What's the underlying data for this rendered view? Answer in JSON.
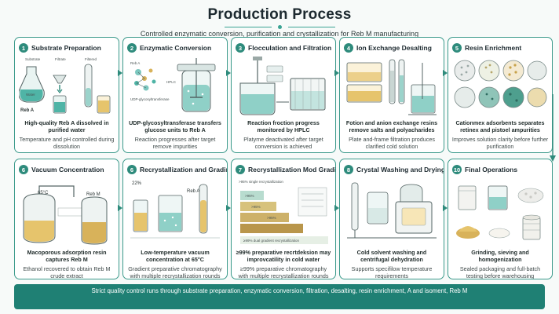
{
  "header": {
    "title": "Production Process",
    "subtitle": "Controlled enzymatic conversion, purification and crystallization for Reb M manufacturing"
  },
  "colors": {
    "accent": "#2e8b7c",
    "border": "#3b9a8b",
    "footer": "#1f8074",
    "liquid": "#7cc7bf",
    "gold": "#d8b25a"
  },
  "steps": [
    {
      "num": "1",
      "title": "Substrate Preparation",
      "desc1": "High-quality Reb A dissolved in purified water",
      "desc2": "Temperature and pH controlled during dissolution",
      "labels": {
        "a": "Substrate",
        "b": "Filtrate",
        "c": "Filtered",
        "water": "Water",
        "reba": "Reb A"
      }
    },
    {
      "num": "2",
      "title": "Enzymatic Conversion",
      "desc1": "UDP-glycosyltransferase transfers glucose units to Reb A",
      "desc2": "Reaction progresses after target remove impurities",
      "labels": {
        "reba": "Reb A",
        "hplc": "HPLC",
        "udp": "UDP-glycosyltransferase"
      }
    },
    {
      "num": "3",
      "title": "Flocculation and Filtration",
      "desc1": "Reaction froction progress monitored by HPLC",
      "desc2": "Platyme deactivated after target conversion is achieved"
    },
    {
      "num": "4",
      "title": "Ion Exchange Desalting",
      "desc1": "Fotion and anion exchange resins remove salts and polyacharides",
      "desc2": "Plate and-frame filtration produces clarified cold solution"
    },
    {
      "num": "5",
      "title": "Resin Enrichment",
      "desc1": "Cationmex adsorbents separates retinex and pistoel ampurities",
      "desc2": "Improves solution clarity before further purification"
    },
    {
      "num": "6",
      "title": "Vacuum Concentration",
      "desc1": "Macoporous adsorption resin captures Reb M",
      "desc2": "Ethanol recovered to obtain Reb M crude extract",
      "labels": {
        "temp": "65°C",
        "rebm": "Reb M"
      }
    },
    {
      "num": "6",
      "title": "Recrystallization and Grading",
      "desc1": "Low-temperature vacuum concentration at 65°C",
      "desc2": "Gradient preparative chromatography with multiple recrystallization rounds",
      "labels": {
        "pct": "22%",
        "reba": "Reb A"
      }
    },
    {
      "num": "7",
      "title": "Recrystallization Mod Grading",
      "desc1": "≥99% preparative recrtdeksion may improvcatility in cold water",
      "desc2": "≥99% preparative chromatography with multiple recrystallization rounds",
      "labels": {
        "top": ">95% single recrystallization",
        "s1": ">95%",
        "s2": ">95%",
        "s3": ">95%",
        "bottom": "≥99% dual gradient recrystallization"
      }
    },
    {
      "num": "8",
      "title": "Crystal Washing and Drying",
      "desc1": "Cold solvent washing and centrifugal dehydration",
      "desc2": "Supports specifilow temperature requirements"
    },
    {
      "num": "10",
      "title": "Final Operations",
      "desc1": "Grinding, sieving and homogenization",
      "desc2": "Sealed packaging and full-batch testing before warehousing"
    }
  ],
  "footer": {
    "text": "Strict quality control runs through substrate preparation, enzymatic conversion, filtration, desalting, resin enrichment, A and isoment, Reb M"
  }
}
